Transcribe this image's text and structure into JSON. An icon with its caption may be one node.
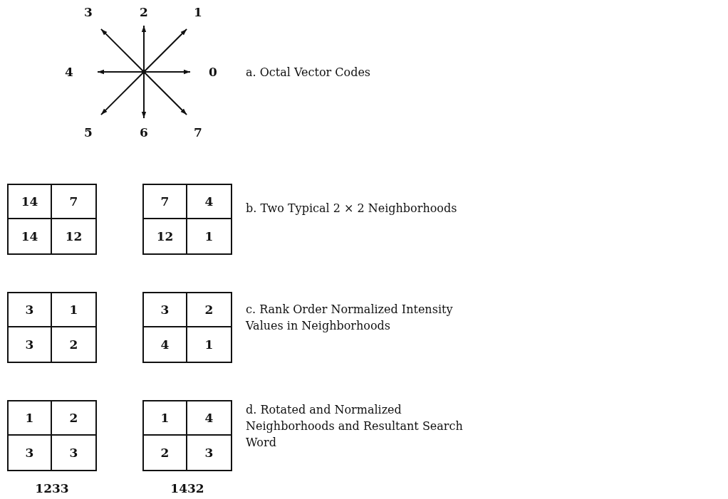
{
  "diagram": {
    "nodes": [
      {
        "text": [
          "14",
          "7",
          "14",
          "12"
        ]
      },
      {
        "text": [
          "7",
          "4",
          "12",
          "1"
        ]
      },
      {
        "text": [
          "3",
          "1",
          "3",
          "2"
        ]
      },
      {
        "text": [
          "3",
          "2",
          "4",
          "1"
        ]
      },
      {
        "text": [
          "1",
          "2",
          "3",
          "3"
        ],
        "beside": [
          "1233"
        ]
      },
      {
        "text": [
          "1",
          "4",
          "2",
          "3"
        ],
        "beside": [
          "1432"
        ]
      }
    ],
    "edges": [],
    "labels": [
      "3",
      "2",
      "1",
      "4",
      "0",
      "a. Octal Vector Codes",
      "5",
      "6",
      "7",
      "b. Two Typical 2 × 2 Neighborhoods",
      "c. Rank Order Normalized Intensity Values in Neighborhoods",
      "d. Rotated and Normalized Neighborhoods and Resultant Search Word"
    ]
  }
}
